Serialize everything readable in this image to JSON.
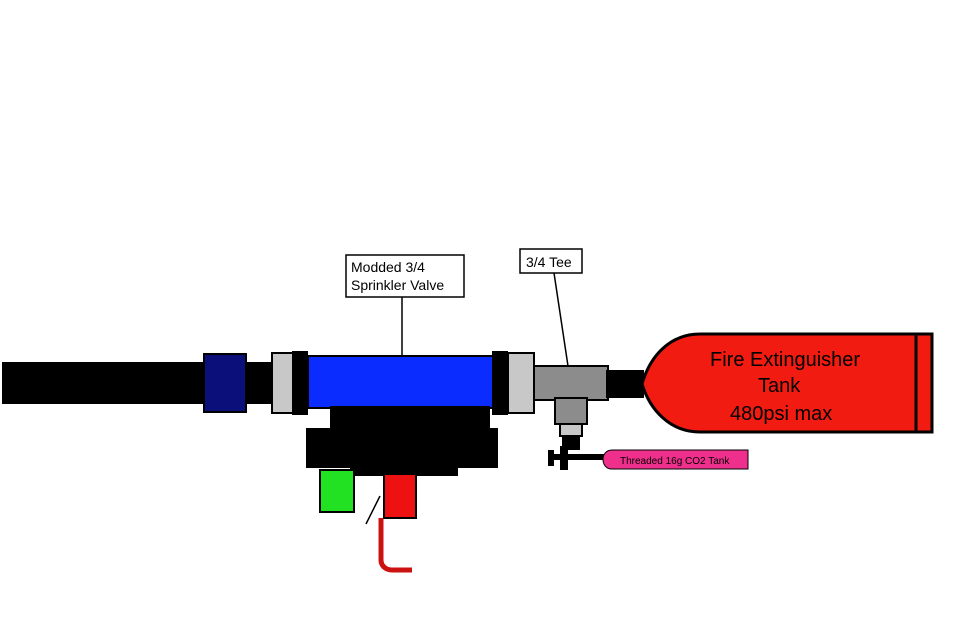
{
  "labels": {
    "valve_line1": "Modded 3/4",
    "valve_line2": "Sprinkler Valve",
    "tee": "3/4 Tee",
    "tank_line1": "Fire Extinguisher",
    "tank_line2": "Tank",
    "tank_line3": "480psi max",
    "co2": "Threaded 16g  CO2 Tank"
  },
  "colors": {
    "barrel": "#000000",
    "coupler": "#0a0f7a",
    "valve": "#0a2cff",
    "bushing": "#c8c8c8",
    "tee": "#8c8c8c",
    "tank": "#f21b12",
    "co2_tank": "#ee2f8c",
    "green_part": "#22e022",
    "red_part": "#ee1111",
    "trigger": "#cc1111"
  }
}
